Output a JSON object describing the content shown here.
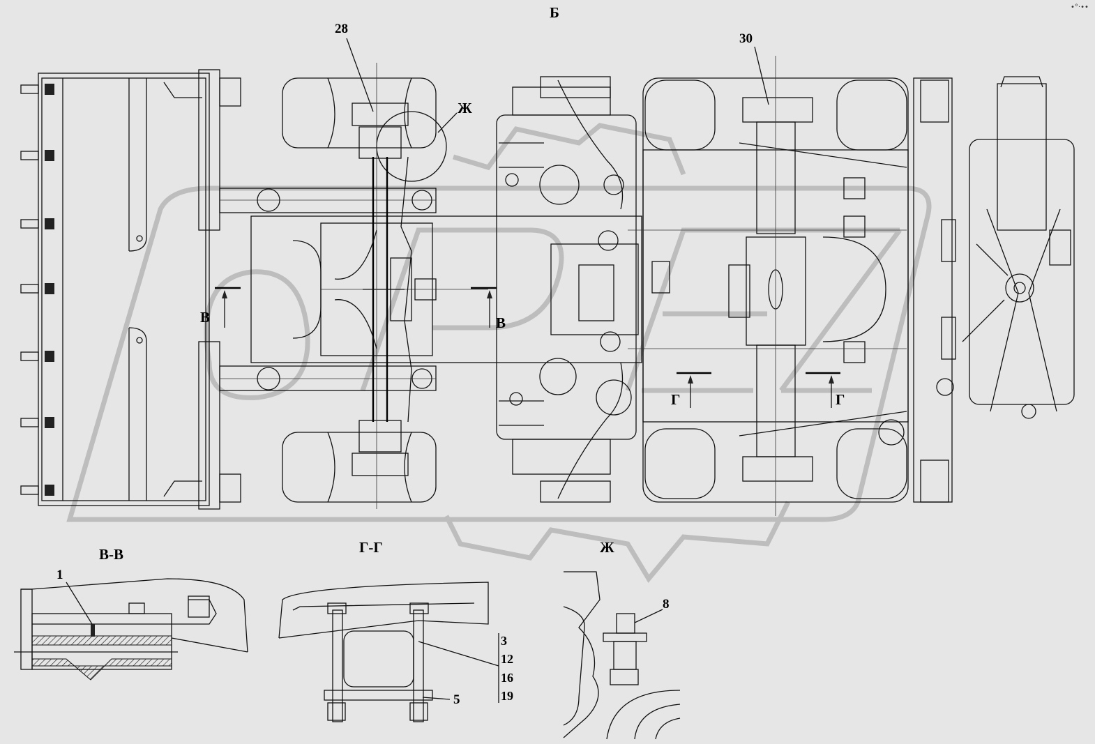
{
  "view_title": "Б",
  "callouts": {
    "c28": "28",
    "c30": "30",
    "zh_main": "Ж",
    "c1": "1",
    "c8": "8",
    "c5": "5",
    "stack": [
      "3",
      "12",
      "16",
      "19"
    ]
  },
  "section_marks": {
    "v_left": "В",
    "v_right": "В",
    "g_left": "Г",
    "g_right": "Г"
  },
  "detail_titles": {
    "section_vv": "В-В",
    "section_gg": "Г-Г",
    "detail_zh": "Ж"
  },
  "corner_mark": "•°·••"
}
